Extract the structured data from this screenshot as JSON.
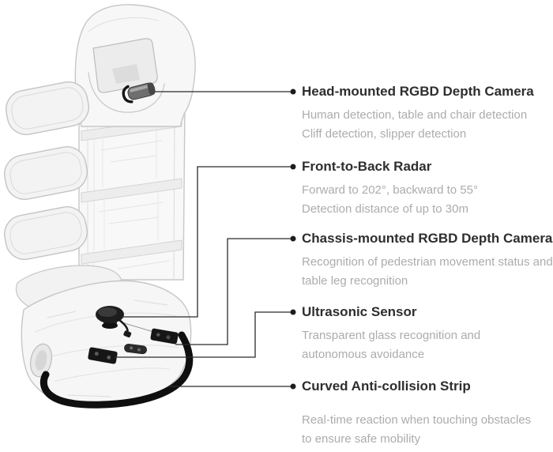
{
  "colors": {
    "background": "#ffffff",
    "annotation_title": "#2e2e2e",
    "annotation_description": "#acacac",
    "leader_line": "#2b2b2b",
    "leader_dot": "#1d1d1d",
    "sensor_dark": "#161616",
    "robot_outline": "#c7c7c7"
  },
  "annotations": [
    {
      "id": "head-camera",
      "title": "Head-mounted RGBD Depth Camera",
      "lines": [
        "Human detection, table and chair detection",
        "Cliff detection, slipper detection"
      ]
    },
    {
      "id": "front-back-radar",
      "title": "Front-to-Back Radar",
      "lines": [
        "Forward to 202°, backward to 55°",
        "Detection distance of up to 30m"
      ]
    },
    {
      "id": "chassis-camera",
      "title": "Chassis-mounted RGBD Depth Camera",
      "lines": [
        "Recognition of pedestrian movement status and",
        "table leg recognition"
      ]
    },
    {
      "id": "ultrasonic-sensor",
      "title": "Ultrasonic Sensor",
      "lines": [
        "Transparent glass recognition and",
        "autonomous avoidance"
      ]
    },
    {
      "id": "anti-collision-strip",
      "title": "Curved Anti-collision Strip",
      "lines": [
        "Real-time reaction when touching obstacles",
        "to ensure safe mobility"
      ]
    }
  ]
}
